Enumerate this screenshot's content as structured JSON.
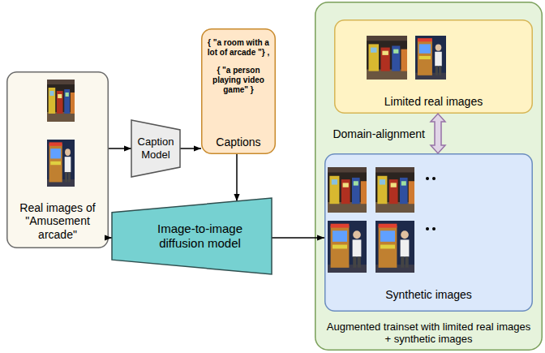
{
  "diagram": {
    "nodes": [
      {
        "text": [
          "Real images of \"Amusement arcade\""
        ]
      },
      {
        "text": [
          "Caption Model"
        ]
      },
      {
        "text": [
          "{ \"a room with a lot of arcade \"} ,",
          "{ \"a person playing video game\" }",
          "Captions"
        ]
      },
      {
        "text": [
          "Image-to-image diffusion model"
        ]
      },
      {
        "text": [
          "Augmented trainset with limited real images + synthetic images"
        ]
      },
      {
        "text": [
          "Limited real images"
        ],
        "in": 4
      },
      {
        "text": [
          "Synthetic images"
        ],
        "in": 4
      }
    ],
    "edges": [
      {
        "from": 0,
        "to": 1,
        "arrow": "to"
      },
      {
        "from": 1,
        "to": 2,
        "arrow": "to"
      },
      {
        "from": 2,
        "to": 3,
        "arrow": "to"
      },
      {
        "from": 0,
        "to": 3,
        "arrow": "to"
      },
      {
        "from": 3,
        "to": 6,
        "arrow": "to"
      },
      {
        "from": 5,
        "to": 6,
        "arrow": "both",
        "label": "Domain-alignment"
      }
    ]
  }
}
